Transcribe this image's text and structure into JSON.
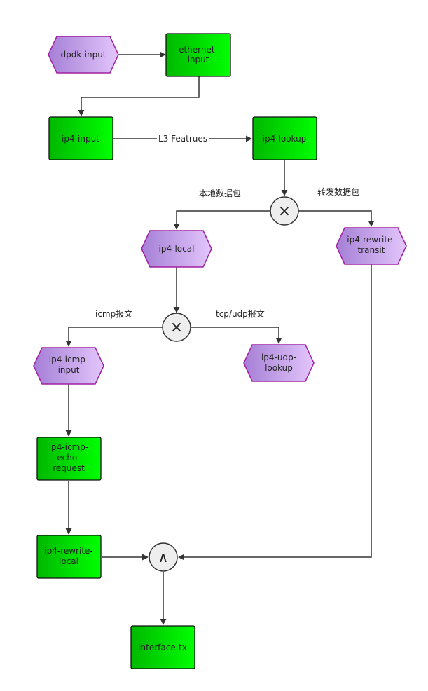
{
  "nodes": {
    "dpdk_input": {
      "lines": [
        "dpdk-input"
      ]
    },
    "ethernet_input": {
      "lines": [
        "ethernet-",
        "input"
      ]
    },
    "ip4_input": {
      "lines": [
        "ip4-input"
      ]
    },
    "ip4_lookup": {
      "lines": [
        "ip4-lookup"
      ]
    },
    "ip4_local": {
      "lines": [
        "ip4-local"
      ]
    },
    "ip4_rewrite_transit": {
      "lines": [
        "ip4-rewrite-",
        "transit"
      ]
    },
    "ip4_icmp_input": {
      "lines": [
        "ip4-icmp-",
        "input"
      ]
    },
    "ip4_udp_lookup": {
      "lines": [
        "ip4-udp-",
        "lookup"
      ]
    },
    "ip4_icmp_echo_request": {
      "lines": [
        "ip4-icmp-",
        "echo-",
        "request"
      ]
    },
    "ip4_rewrite_local": {
      "lines": [
        "ip4-rewrite-",
        "local"
      ]
    },
    "interface_tx": {
      "lines": [
        "interface-tx"
      ]
    }
  },
  "gateways": {
    "xor_lookup": {
      "symbol": "×"
    },
    "xor_local": {
      "symbol": "×"
    },
    "and_merge": {
      "symbol": "∧"
    }
  },
  "edge_labels": {
    "l3_features": "L3 Featrues",
    "local_packet": "本地数据包",
    "forward_packet": "转发数据包",
    "icmp_message": "icmp报文",
    "tcp_udp_message": "tcp/udp报文"
  },
  "colors": {
    "box_fill_start": "#00b800",
    "box_fill_end": "#00ff00",
    "hex_fill_start": "#a57fd6",
    "hex_fill_end": "#e3c6fb",
    "hex_stroke": "#a020a0",
    "box_stroke": "#111111",
    "edge": "#333333",
    "gateway_fill": "#eeeeee"
  }
}
